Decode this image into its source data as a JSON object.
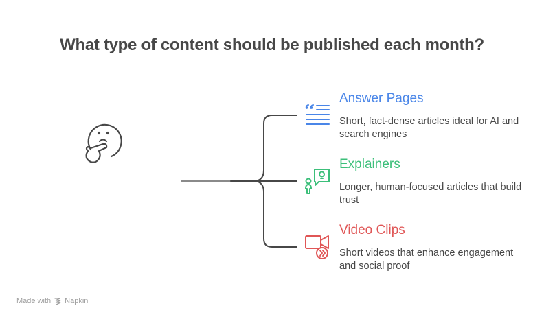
{
  "title": "What type of content should be published each month?",
  "root_icon": "thinking-face-icon",
  "colors": {
    "title": "#474747",
    "connector": "#474747",
    "answer_pages": "#4a86e8",
    "explainers": "#3cbf7a",
    "video_clips": "#e05656"
  },
  "items": [
    {
      "title": "Answer Pages",
      "description": "Short, fact-dense articles ideal for AI and search engines",
      "icon": "quote-list-icon",
      "color": "#4a86e8"
    },
    {
      "title": "Explainers",
      "description": "Longer, human-focused articles that build trust",
      "icon": "person-idea-icon",
      "color": "#3cbf7a"
    },
    {
      "title": "Video Clips",
      "description": "Short videos that enhance engagement and social proof",
      "icon": "video-camera-play-icon",
      "color": "#e05656"
    }
  ],
  "footer": {
    "prefix": "Made with",
    "brand": "Napkin",
    "icon": "napkin-logo-icon"
  }
}
